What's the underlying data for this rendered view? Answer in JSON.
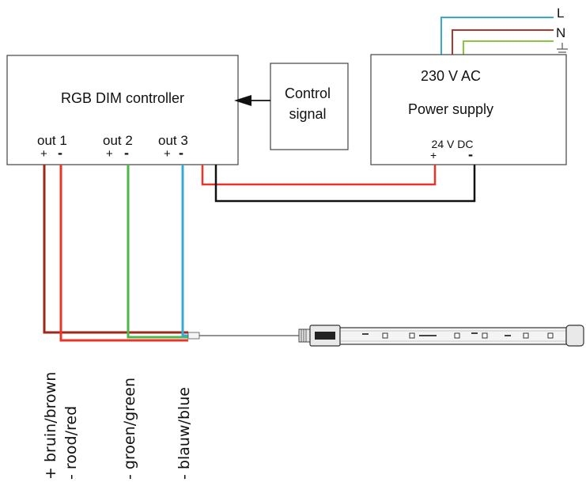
{
  "controller": {
    "title": "RGB DIM controller",
    "out1": "out 1",
    "out2": "out 2",
    "out3": "out 3",
    "plus": "+",
    "minus": "-"
  },
  "control_signal": {
    "line1": "Control",
    "line2": "signal"
  },
  "power_supply": {
    "voltage_in": "230 V AC",
    "title": "Power supply",
    "voltage_out": "24 V DC",
    "plus": "+",
    "minus": "-"
  },
  "mains": {
    "live": "L",
    "neutral": "N"
  },
  "wire_labels": {
    "brown": "+ bruin/brown",
    "red": "- rood/red",
    "green": "- groen/green",
    "blue": "- blauw/blue"
  },
  "colors": {
    "brown": "#9b2a1c",
    "red": "#e8352a",
    "green": "#4db848",
    "blue": "#39a9d1",
    "black": "#111111",
    "earth": "#8cc63f",
    "neutral": "#b1372a",
    "live": "#39a9d1"
  }
}
